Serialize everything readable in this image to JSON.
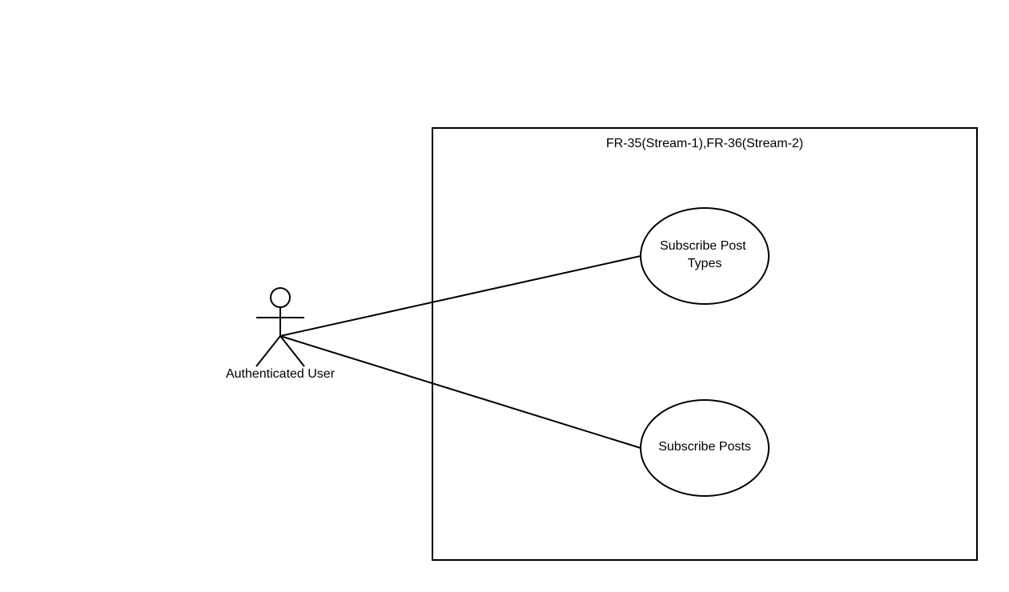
{
  "system": {
    "title": "FR-35(Stream-1),FR-36(Stream-2)"
  },
  "actor": {
    "label": "Authenticated User"
  },
  "use_cases": [
    {
      "lines": [
        "Subscribe Post",
        "Types"
      ]
    },
    {
      "lines": [
        "Subscribe Posts"
      ]
    }
  ],
  "colors": {
    "stroke": "#000000",
    "background": "#ffffff"
  }
}
